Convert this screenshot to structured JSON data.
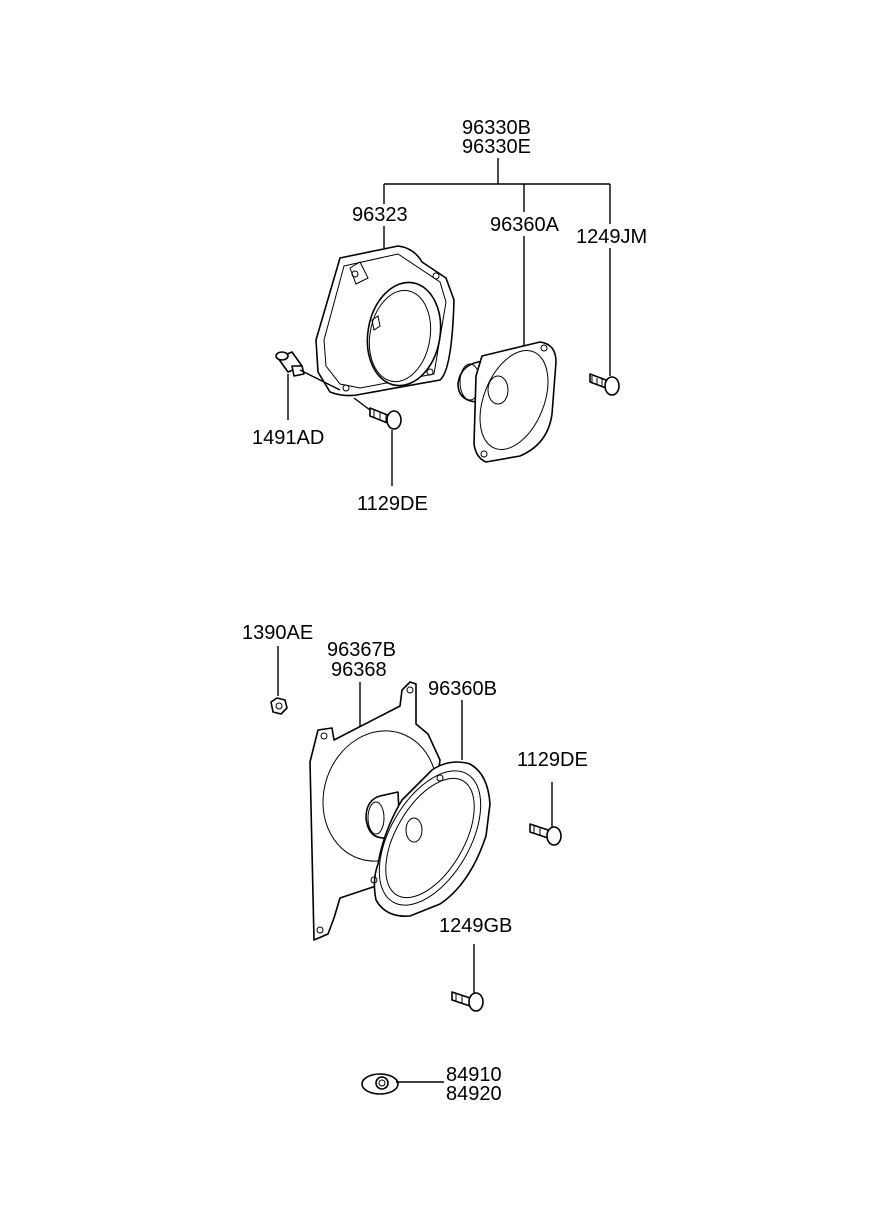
{
  "labels": {
    "assembly_top_1": "96330B",
    "assembly_top_2": "96330E",
    "bracket_top": "96323",
    "speaker_top": "96360A",
    "screw_top_right": "1249JM",
    "bolt_top_left": "1491AD",
    "screw_top_bottom": "1129DE",
    "nut_bottom": "1390AE",
    "bracket_bottom_1": "96367B",
    "bracket_bottom_2": "96368",
    "speaker_bottom": "96360B",
    "screw_bottom_right": "1129DE",
    "screw_bottom": "1249GB",
    "clip_1": "84910",
    "clip_2": "84920"
  }
}
